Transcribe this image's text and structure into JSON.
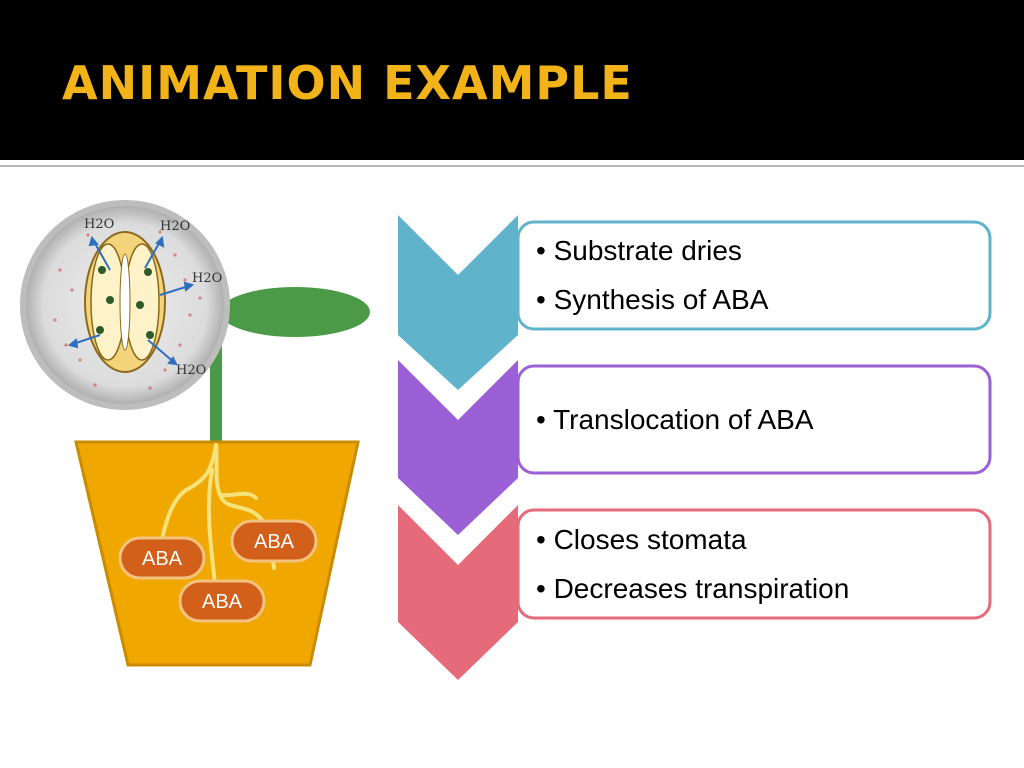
{
  "slide": {
    "title": "ANIMATION EXAMPLE"
  },
  "illustration": {
    "aba_labels": [
      "ABA",
      "ABA",
      "ABA"
    ],
    "water_labels": [
      "H2O",
      "H2O",
      "H2O",
      "H2O"
    ]
  },
  "steps": [
    {
      "color": "#5fb3cb",
      "items": [
        "• Substrate dries",
        "• Synthesis of ABA"
      ]
    },
    {
      "color": "#9b5fd6",
      "items": [
        "• Translocation of ABA"
      ]
    },
    {
      "color": "#e56a7a",
      "items": [
        "• Closes stomata",
        "• Decreases transpiration"
      ]
    }
  ],
  "colors": {
    "header": "#000000",
    "title": "#f2b319",
    "pot": "#f0a800",
    "plant": "#4a9a48",
    "aba_badge": "#d2601a"
  }
}
